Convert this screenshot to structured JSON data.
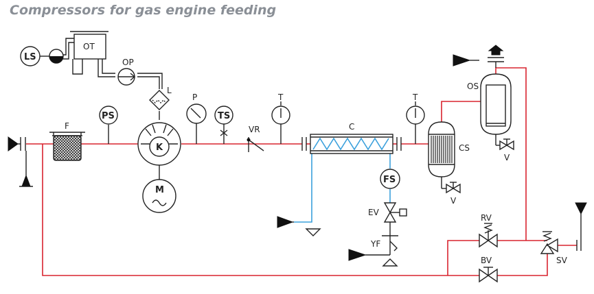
{
  "title": "Compressors for gas engine feeding",
  "colors": {
    "gas_line": "#d9232e",
    "water_line": "#3aa0dc",
    "ink": "#222222",
    "title": "#8a8f96"
  },
  "labels": {
    "ls": "LS",
    "ot": "OT",
    "op": "OP",
    "l": "L",
    "p": "P",
    "ps": "PS",
    "ts": "TS",
    "f": "F",
    "k": "K",
    "m": "M",
    "vr": "VR",
    "t1": "T",
    "c": "C",
    "t2": "T",
    "cs": "CS",
    "v1": "V",
    "os": "OS",
    "v2": "V",
    "fs": "FS",
    "ev": "EV",
    "yf": "YF",
    "rv": "RV",
    "bv": "BV",
    "sv": "SV"
  }
}
